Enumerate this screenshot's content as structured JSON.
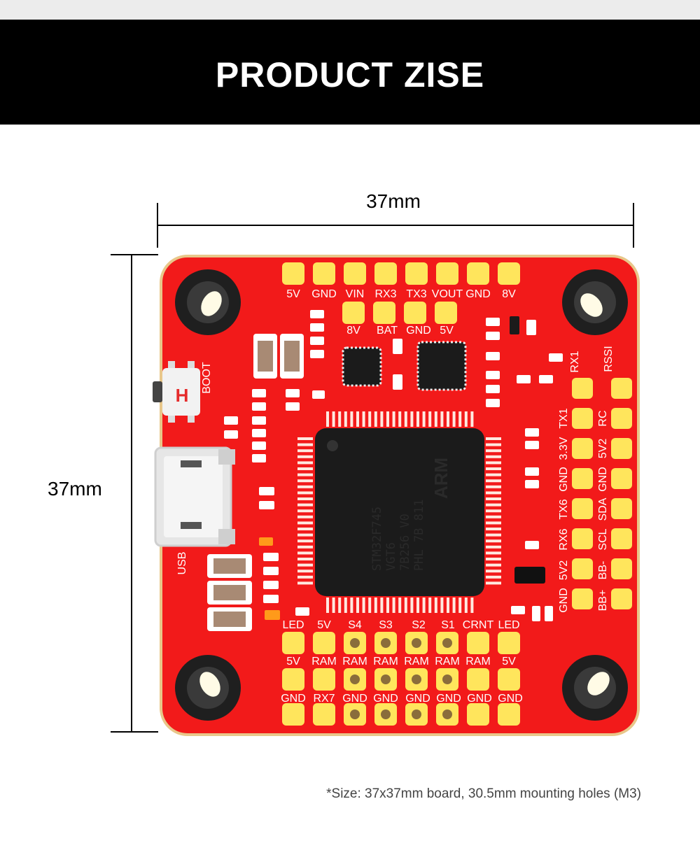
{
  "header": {
    "title": "PRODUCT ZISE"
  },
  "dimensions": {
    "width_label": "37mm",
    "height_label": "37mm"
  },
  "board": {
    "buttons": {
      "boot": "BOOT",
      "usb": "USB"
    },
    "pads_top_row": [
      "5V",
      "GND",
      "VIN",
      "RX3",
      "TX3",
      "VOUT",
      "GND",
      "8V"
    ],
    "pads_top_second": [
      "8V",
      "BAT",
      "GND",
      "5V"
    ],
    "pads_right_inner": [
      "RX1",
      "TX1",
      "3.3V",
      "GND",
      "TX6",
      "RX6",
      "5V2",
      "GND"
    ],
    "pads_right_outer": [
      "RSSI",
      "RC",
      "5V2",
      "GND",
      "SDA",
      "SCL",
      "BB-",
      "BB+"
    ],
    "pads_bottom_row1": [
      "LED",
      "5V",
      "S4",
      "S3",
      "S2",
      "S1",
      "CRNT",
      "LED"
    ],
    "pads_bottom_row2": [
      "5V",
      "RAM",
      "RAM",
      "RAM",
      "RAM",
      "RAM",
      "RAM",
      "5V"
    ],
    "pads_bottom_row3": [
      "GND",
      "RX7",
      "GND",
      "GND",
      "GND",
      "GND",
      "GND",
      "GND"
    ],
    "mcu_lines": [
      "STM32F745",
      "VGT6",
      "7B256 V0",
      "PHL 7B 811"
    ],
    "mcu_logo": "ARM",
    "colors": {
      "pcb": "#f21a1a",
      "pad": "#ffe55c",
      "chip": "#1b1b1b"
    }
  },
  "footnote": "*Size: 37x37mm board, 30.5mm mounting holes (M3)"
}
